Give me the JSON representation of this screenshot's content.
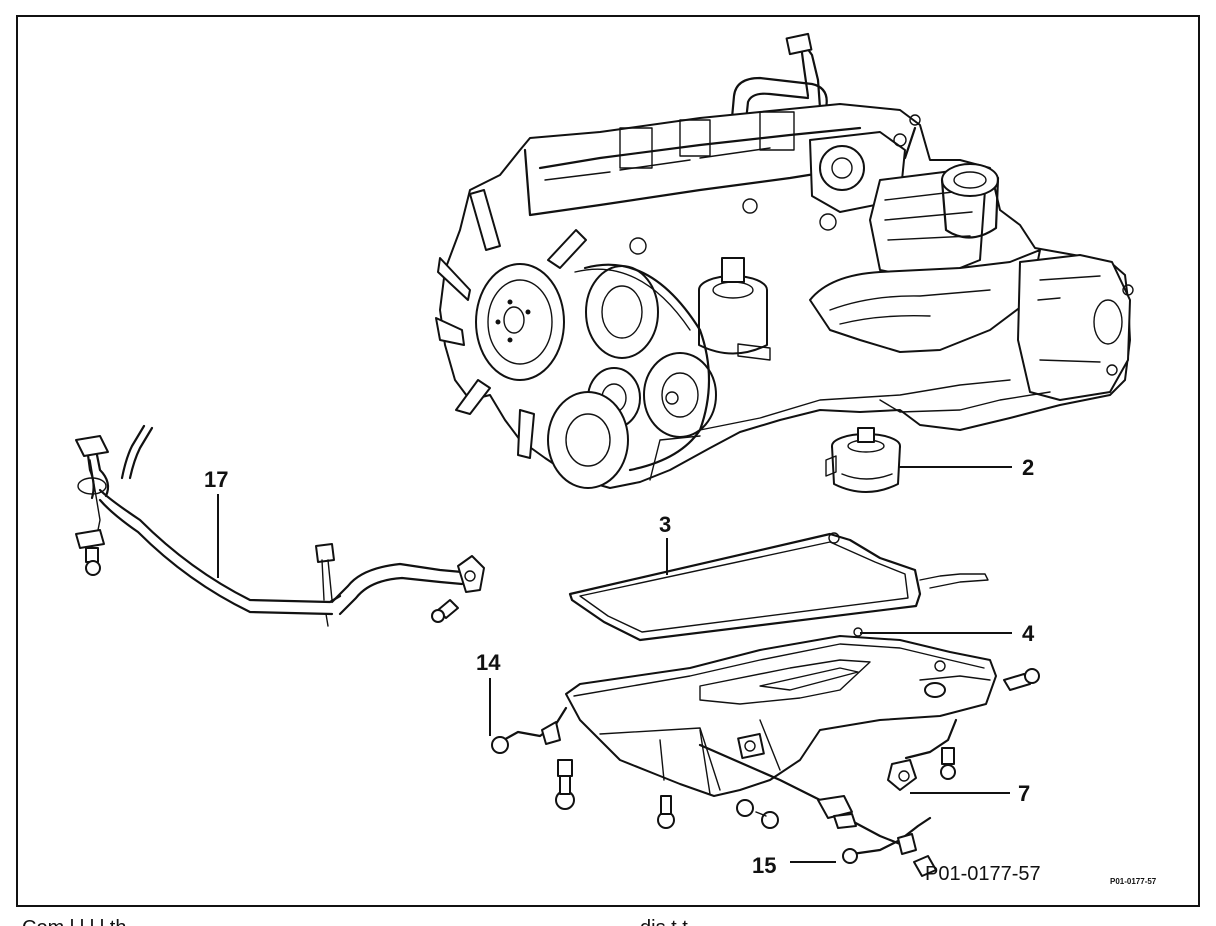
{
  "figure": {
    "callouts": {
      "c2": "2",
      "c3": "3",
      "c4": "4",
      "c7": "7",
      "c14": "14",
      "c15": "15",
      "c17": "17"
    },
    "figure_ref": "P01-0177-57",
    "figure_ref_small": "P01-0177-57"
  },
  "caption_fragments": {
    "left": "Com    l   l  l  l  th",
    "right": "dis     t     t"
  }
}
